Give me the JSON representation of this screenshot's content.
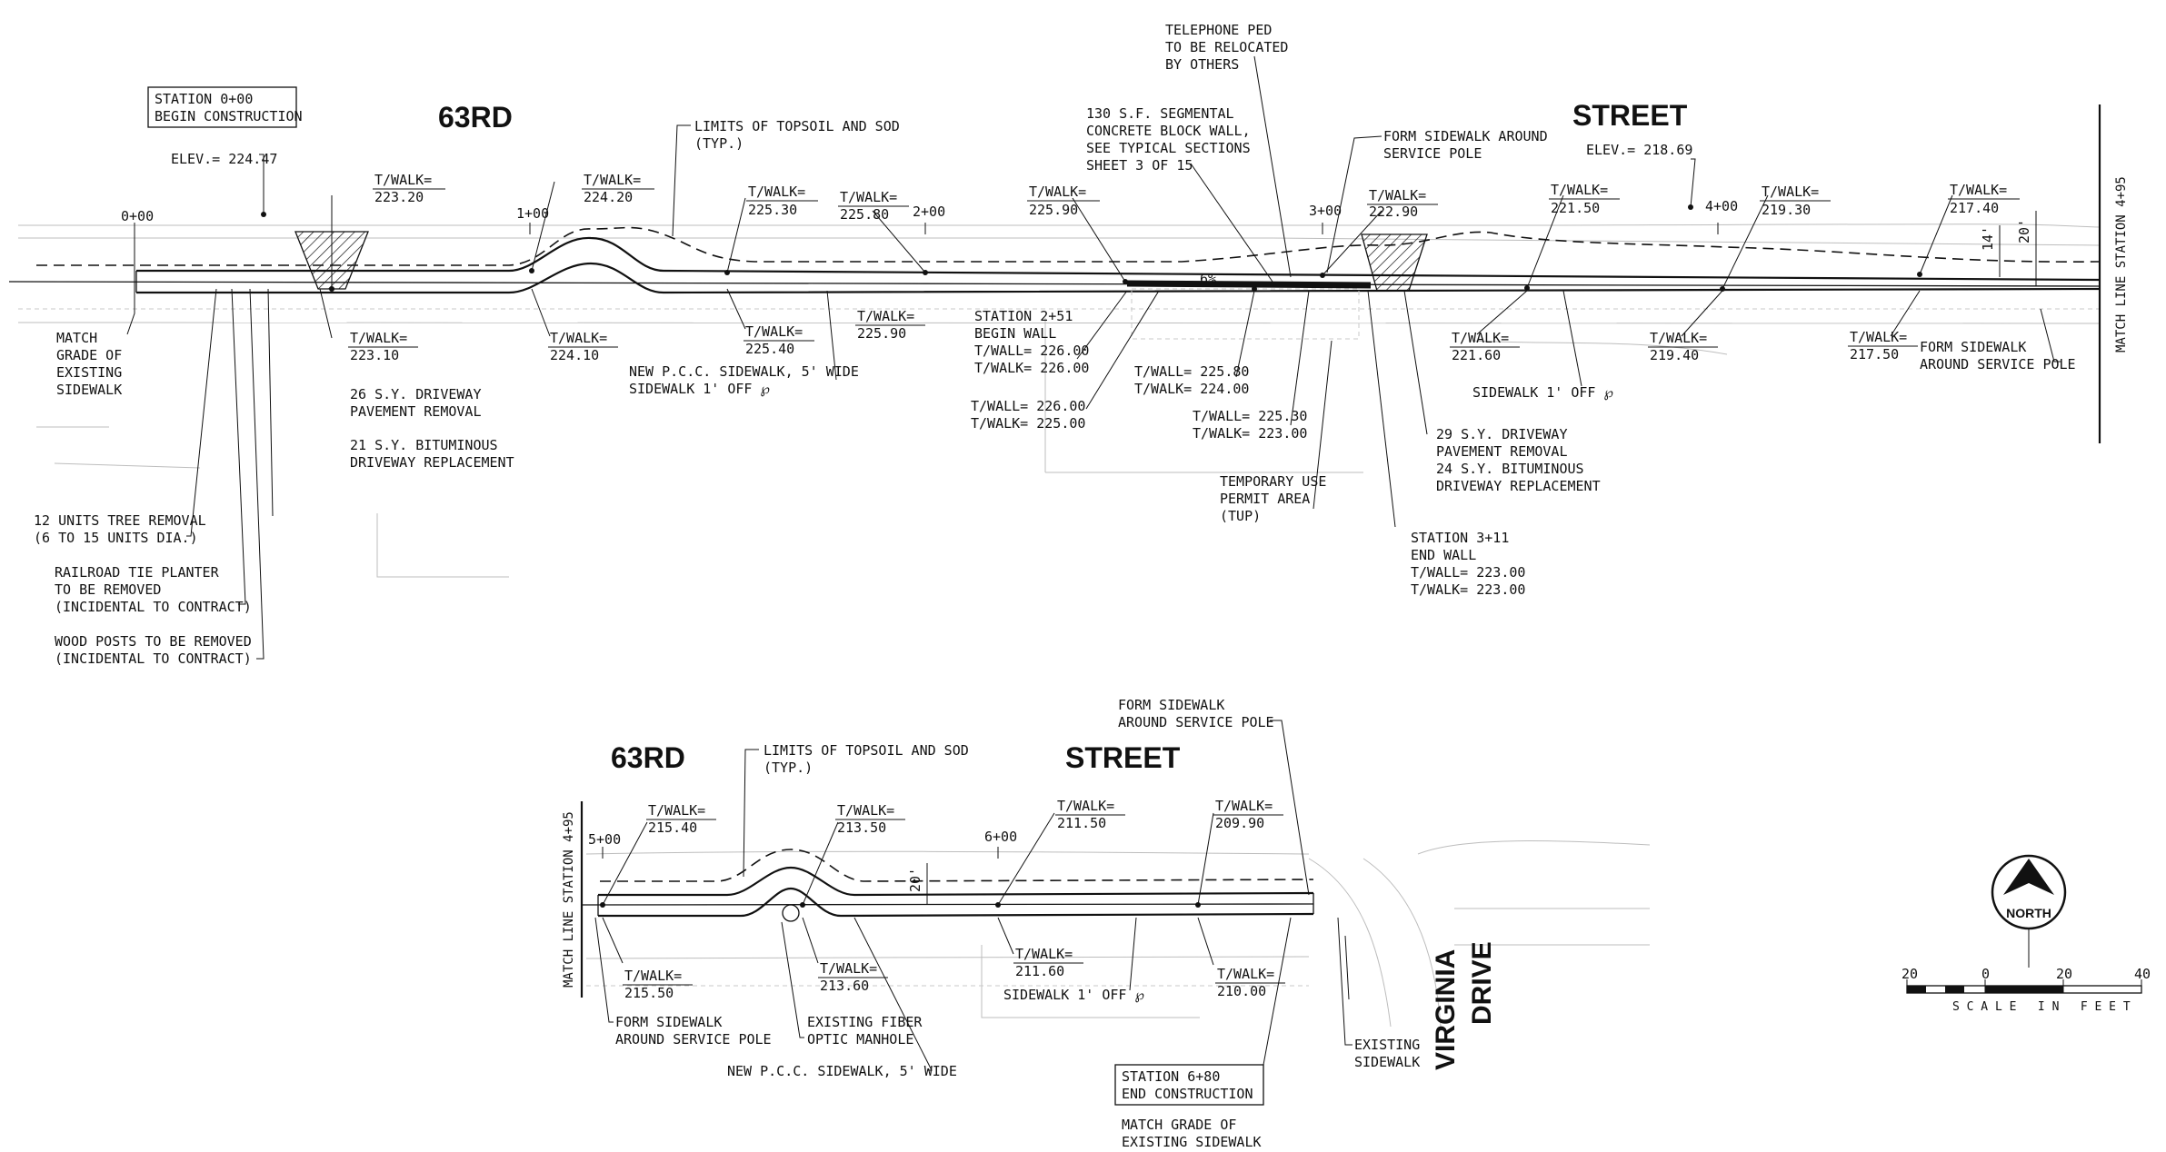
{
  "street_name": {
    "part1": "63RD",
    "part2": "STREET"
  },
  "cross_street": {
    "part1": "VIRGINIA",
    "part2": "DRIVE"
  },
  "match_line": "MATCH LINE STATION 4+95",
  "north_label": "NORTH",
  "scale": {
    "ticks": [
      "20",
      "0",
      "20",
      "40"
    ],
    "caption": "S C A L E   I N   F E E T"
  },
  "dims": {
    "d14": "14'",
    "d20": "20'",
    "d20b": "20'",
    "pct": "6%"
  },
  "top_plan": {
    "stations": [
      "0+00",
      "1+00",
      "2+00",
      "3+00",
      "4+00"
    ],
    "callouts": {
      "start_box": [
        "STATION 0+00",
        "BEGIN CONSTRUCTION"
      ],
      "elev_left": "ELEV.= 224.47",
      "elev_right": "ELEV.= 218.69",
      "topsoil": [
        "LIMITS OF TOPSOIL AND SOD",
        "(TYP.)"
      ],
      "block_wall": [
        "130 S.F. SEGMENTAL",
        "CONCRETE BLOCK WALL,",
        "SEE TYPICAL SECTIONS",
        "SHEET 3 OF 15"
      ],
      "telephone": [
        "TELEPHONE PED",
        "TO BE RELOCATED",
        "BY OTHERS"
      ],
      "form_pole_top": [
        "FORM SIDEWALK AROUND",
        "SERVICE POLE"
      ],
      "form_pole_right": [
        "FORM SIDEWALK",
        "AROUND SERVICE POLE"
      ],
      "match_grade": [
        "MATCH",
        "GRADE OF",
        "EXISTING",
        "SIDEWALK"
      ],
      "driveway_26": [
        "26 S.Y. DRIVEWAY",
        "PAVEMENT REMOVAL"
      ],
      "bit_21": [
        "21 S.Y. BITUMINOUS",
        "DRIVEWAY REPLACEMENT"
      ],
      "new_pcc": [
        "NEW P.C.C. SIDEWALK, 5' WIDE",
        "SIDEWALK 1' OFF ℘"
      ],
      "begin_wall": [
        "STATION 2+51",
        "BEGIN WALL",
        "T/WALL= 226.00",
        "T/WALK= 226.00"
      ],
      "wall_pair_1": [
        "T/WALL= 226.00",
        "T/WALK= 225.00"
      ],
      "wall_pair_2": [
        "T/WALL= 225.80",
        "T/WALK= 224.00"
      ],
      "wall_pair_3": [
        "T/WALL= 225.30",
        "T/WALK= 223.00"
      ],
      "tup": [
        "TEMPORARY USE",
        "PERMIT AREA",
        "(TUP)"
      ],
      "end_wall": [
        "STATION 3+11",
        "END WALL",
        "T/WALL= 223.00",
        "T/WALK= 223.00"
      ],
      "driveway_29": [
        "29 S.Y. DRIVEWAY",
        "PAVEMENT REMOVAL",
        "24 S.Y. BITUMINOUS",
        "DRIVEWAY REPLACEMENT"
      ],
      "sidewalk_off": "SIDEWALK 1' OFF ℘",
      "tree_removal": [
        "12 UNITS TREE REMOVAL",
        "(6 TO 15 UNITS DIA.)"
      ],
      "planter": [
        "RAILROAD TIE PLANTER",
        "TO BE REMOVED",
        "(INCIDENTAL TO CONTRACT)"
      ],
      "posts": [
        "WOOD POSTS TO BE REMOVED",
        "(INCIDENTAL TO CONTRACT)"
      ]
    },
    "walk_above": [
      {
        "label": "T/WALK=",
        "value": "223.20"
      },
      {
        "label": "T/WALK=",
        "value": "224.20"
      },
      {
        "label": "T/WALK=",
        "value": "225.30"
      },
      {
        "label": "T/WALK=",
        "value": "225.80"
      },
      {
        "label": "T/WALK=",
        "value": "225.90"
      },
      {
        "label": "T/WALK=",
        "value": "222.90"
      },
      {
        "label": "T/WALK=",
        "value": "221.50"
      },
      {
        "label": "T/WALK=",
        "value": "219.30"
      },
      {
        "label": "T/WALK=",
        "value": "217.40"
      }
    ],
    "walk_below": [
      {
        "label": "T/WALK=",
        "value": "223.10"
      },
      {
        "label": "T/WALK=",
        "value": "224.10"
      },
      {
        "label": "T/WALK=",
        "value": "225.40"
      },
      {
        "label": "T/WALK=",
        "value": "225.90"
      },
      {
        "label": "T/WALK=",
        "value": "221.60"
      },
      {
        "label": "T/WALK=",
        "value": "219.40"
      },
      {
        "label": "T/WALK=",
        "value": "217.50"
      }
    ]
  },
  "bottom_plan": {
    "stations": [
      "5+00",
      "6+00"
    ],
    "callouts": {
      "topsoil": [
        "LIMITS OF TOPSOIL AND SOD",
        "(TYP.)"
      ],
      "form_pole_top": [
        "FORM SIDEWALK",
        "AROUND SERVICE POLE"
      ],
      "form_pole_bottom": [
        "FORM SIDEWALK",
        "AROUND SERVICE POLE"
      ],
      "fiber": [
        "EXISTING FIBER",
        "OPTIC MANHOLE"
      ],
      "new_pcc": "NEW P.C.C. SIDEWALK, 5' WIDE",
      "sidewalk_off": "SIDEWALK 1' OFF ℘",
      "end_box": [
        "STATION 6+80",
        "END CONSTRUCTION"
      ],
      "match_grade": [
        "MATCH GRADE OF",
        "EXISTING SIDEWALK"
      ],
      "existing_sw": [
        "EXISTING",
        "SIDEWALK"
      ]
    },
    "walk_above": [
      {
        "label": "T/WALK=",
        "value": "215.40"
      },
      {
        "label": "T/WALK=",
        "value": "213.50"
      },
      {
        "label": "T/WALK=",
        "value": "211.50"
      },
      {
        "label": "T/WALK=",
        "value": "209.90"
      }
    ],
    "walk_below": [
      {
        "label": "T/WALK=",
        "value": "215.50"
      },
      {
        "label": "T/WALK=",
        "value": "213.60"
      },
      {
        "label": "T/WALK=",
        "value": "211.60"
      },
      {
        "label": "T/WALK=",
        "value": "210.00"
      }
    ]
  }
}
